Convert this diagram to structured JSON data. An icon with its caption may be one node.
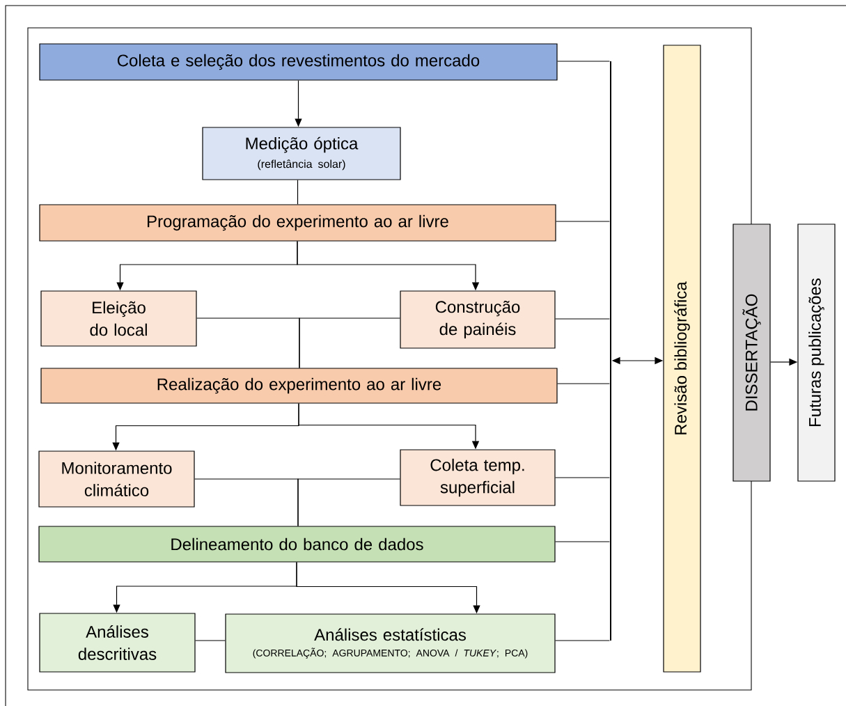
{
  "diagram": {
    "nodes": [
      {
        "text": [
          "Coleta e seleção dos revestimentos do mercado"
        ]
      },
      {
        "text": [
          "Medição óptica",
          "(refletância solar)"
        ]
      },
      {
        "text": [
          "Programação do experimento ao ar livre"
        ]
      },
      {
        "text": [
          "Eleição do local"
        ]
      },
      {
        "text": [
          "Construção de painéis"
        ]
      },
      {
        "text": [
          "Realização do experimento ao ar livre"
        ]
      },
      {
        "text": [
          "Monitoramento climático"
        ]
      },
      {
        "text": [
          "Coleta temp. superficial"
        ]
      },
      {
        "text": [
          "Delineamento do banco de dados"
        ]
      },
      {
        "text": [
          "Análises descritivas"
        ]
      },
      {
        "text": [
          "Análises estatísticas",
          "(CORRELAÇÃO; AGRUPAMENTO; ANOVA / *TUKEY*; PCA)"
        ]
      },
      {
        "text": [
          "Revisão bibliográfica"
        ]
      },
      {
        "text": [
          "DISSERTAÇÃO"
        ]
      },
      {
        "text": [
          "Futuras publicações"
        ]
      },
      {
        "text": [],
        "shape": "bar"
      }
    ],
    "edges": [
      {
        "from": 0,
        "to": 1,
        "arrow": "to"
      },
      {
        "from": 1,
        "to": 2,
        "arrow": "none"
      },
      {
        "from": 2,
        "to": 3,
        "arrow": "to"
      },
      {
        "from": 2,
        "to": 4,
        "arrow": "to"
      },
      {
        "from": 3,
        "to": 5,
        "arrow": "none"
      },
      {
        "from": 4,
        "to": 5,
        "arrow": "none"
      },
      {
        "from": 5,
        "to": 6,
        "arrow": "to"
      },
      {
        "from": 5,
        "to": 7,
        "arrow": "to"
      },
      {
        "from": 6,
        "to": 8,
        "arrow": "none"
      },
      {
        "from": 7,
        "to": 8,
        "arrow": "none"
      },
      {
        "from": 8,
        "to": 9,
        "arrow": "to"
      },
      {
        "from": 8,
        "to": 10,
        "arrow": "to"
      },
      {
        "from": 9,
        "to": 10,
        "arrow": "none"
      },
      {
        "from": 0,
        "to": 14,
        "arrow": "none"
      },
      {
        "from": 2,
        "to": 14,
        "arrow": "none"
      },
      {
        "from": 4,
        "to": 14,
        "arrow": "none"
      },
      {
        "from": 5,
        "to": 14,
        "arrow": "none"
      },
      {
        "from": 7,
        "to": 14,
        "arrow": "none"
      },
      {
        "from": 8,
        "to": 14,
        "arrow": "none"
      },
      {
        "from": 10,
        "to": 14,
        "arrow": "none"
      },
      {
        "from": 14,
        "to": 11,
        "arrow": "both"
      },
      {
        "from": 12,
        "to": 13,
        "arrow": "to"
      }
    ]
  }
}
